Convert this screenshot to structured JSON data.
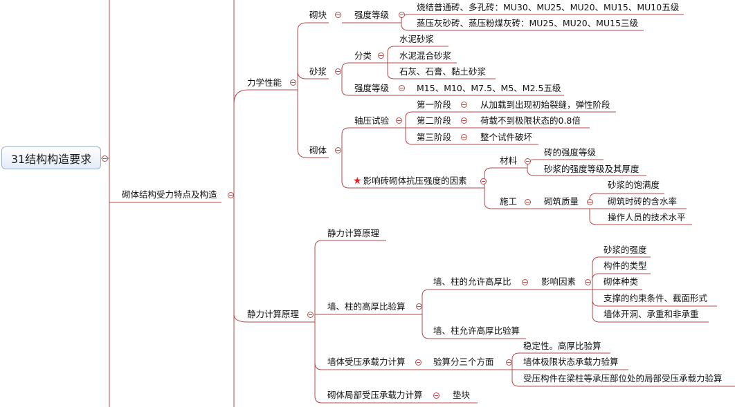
{
  "root": "31结构构造要求",
  "branch": "砌体结构受力特点及构造",
  "mech": {
    "label": "力学性能",
    "brick": {
      "label": "砌块",
      "grade_label": "强度等级",
      "grades": [
        "烧结普通砖、多孔砖：MU30、MU25、MU20、MU15、MU10五级",
        "蒸压灰砂砖、蒸压粉煤灰砖：MU25、MU20、MU15三级"
      ]
    },
    "mortar": {
      "label": "砂浆",
      "type_label": "分类",
      "types": [
        "水泥砂浆",
        "水泥混合砂浆",
        "石灰、石膏、黏土砂浆"
      ],
      "grade_label": "强度等级",
      "grades": "M15、M10、M7.5、M5、M2.5五级"
    },
    "masonry": {
      "label": "砌体",
      "test": {
        "label": "轴压试验",
        "stages": [
          {
            "name": "第一阶段",
            "desc": "从加载到出现初始裂缝，弹性阶段"
          },
          {
            "name": "第二阶段",
            "desc": "荷载不到极限状态的0.8倍"
          },
          {
            "name": "第三阶段",
            "desc": "整个试件破坏"
          }
        ]
      },
      "factors": {
        "label": "影响砖砌体抗压强度的因素",
        "material": {
          "label": "材料",
          "items": [
            "砖的强度等级",
            "砂浆的强度等级及其厚度"
          ]
        },
        "construction": {
          "label": "施工",
          "quality": {
            "label": "砌筑质量",
            "items": [
              "砂浆的饱满度",
              "砌筑时砖的含水率",
              "操作人员的技术水平"
            ]
          }
        }
      }
    }
  },
  "static": {
    "label": "静力计算原理",
    "principle": "静力计算原理",
    "hw": {
      "label": "墙、柱的高厚比验算",
      "allow": {
        "label": "墙、柱的允许高厚比",
        "influence": {
          "label": "影响因素",
          "items": [
            "砂浆的强度",
            "构件的类型",
            "砌体种类",
            "支撑的约束条件、截面形式",
            "墙体开洞、承重和非承重"
          ]
        }
      },
      "check": "墙、柱允许高厚比验算"
    },
    "bearing": {
      "label": "墙体受压承载力计算",
      "aspect": {
        "label": "验算分三个方面",
        "items": [
          "稳定性。高厚比验算",
          "墙体极限状态承载力验算",
          "受压构件在梁柱等承压部位处的局部受压承载力验算"
        ]
      }
    },
    "local": {
      "label": "砌体局部受压承载力计算",
      "pad": "垫块"
    }
  }
}
